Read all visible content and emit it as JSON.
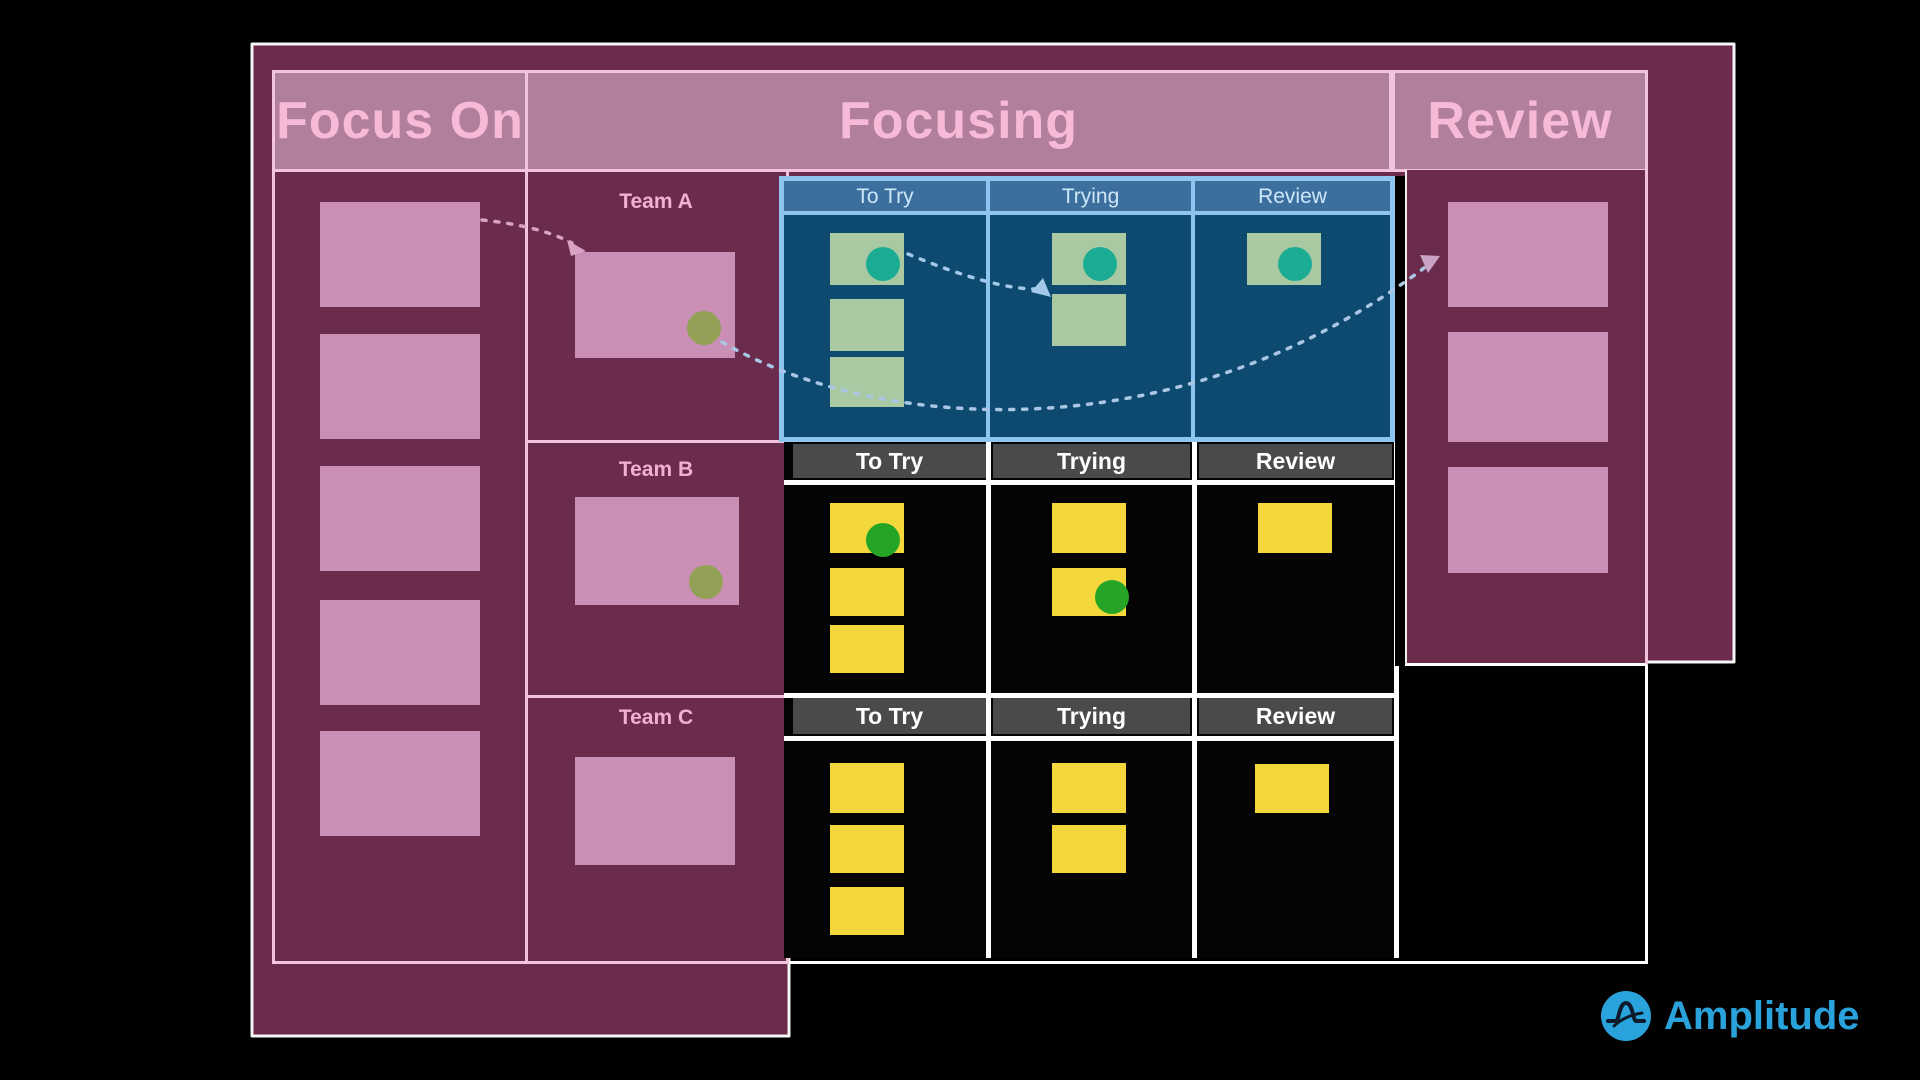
{
  "header": {
    "focus_on": "Focus On",
    "focusing": "Focusing",
    "review": "Review"
  },
  "teams": [
    {
      "name": "Team A",
      "highlighted": true,
      "columns": [
        {
          "label": "To Try",
          "cards": [
            {
              "dot": "teal"
            },
            {
              "dot": null
            },
            {
              "dot": null
            }
          ]
        },
        {
          "label": "Trying",
          "cards": [
            {
              "dot": "teal"
            },
            {
              "dot": null
            }
          ]
        },
        {
          "label": "Review",
          "cards": [
            {
              "dot": "teal"
            }
          ]
        }
      ]
    },
    {
      "name": "Team B",
      "highlighted": false,
      "columns": [
        {
          "label": "To Try",
          "cards": [
            {
              "dot": "green"
            },
            {
              "dot": null
            },
            {
              "dot": null
            }
          ]
        },
        {
          "label": "Trying",
          "cards": [
            {
              "dot": null
            },
            {
              "dot": "green"
            }
          ]
        },
        {
          "label": "Review",
          "cards": [
            {
              "dot": null
            }
          ]
        }
      ]
    },
    {
      "name": "Team C",
      "highlighted": false,
      "columns": [
        {
          "label": "To Try",
          "cards": [
            {
              "dot": null
            },
            {
              "dot": null
            },
            {
              "dot": null
            }
          ]
        },
        {
          "label": "Trying",
          "cards": [
            {
              "dot": null
            },
            {
              "dot": null
            }
          ]
        },
        {
          "label": "Review",
          "cards": [
            {
              "dot": null
            }
          ]
        }
      ]
    }
  ],
  "focus_on_column": {
    "card_count": 5
  },
  "review_column": {
    "card_count": 3
  },
  "team_cards": {
    "team_a_dot": "olive",
    "team_b_dot": "olive",
    "team_c_dot": null
  },
  "branding": {
    "logo_text": "Amplitude"
  },
  "colors": {
    "background": "#000000",
    "outer_box": "#6b2b4d",
    "header_fill": "#b17e9c",
    "pink_border": "#f2c3dd",
    "pink_text": "#f6bad8",
    "card_pink": "#c98fb4",
    "olive_dot": "#93a156",
    "highlight_border": "#8ec5ee",
    "highlight_fill": "#0e4a70",
    "highlight_header": "#3d6f9e",
    "sage_card": "#a9c9a2",
    "teal_dot": "#1cac94",
    "gray_header": "#4a4a4a",
    "yellow_card": "#f4d83b",
    "green_dot": "#26a426",
    "amplitude_blue": "#2aa3dc"
  }
}
